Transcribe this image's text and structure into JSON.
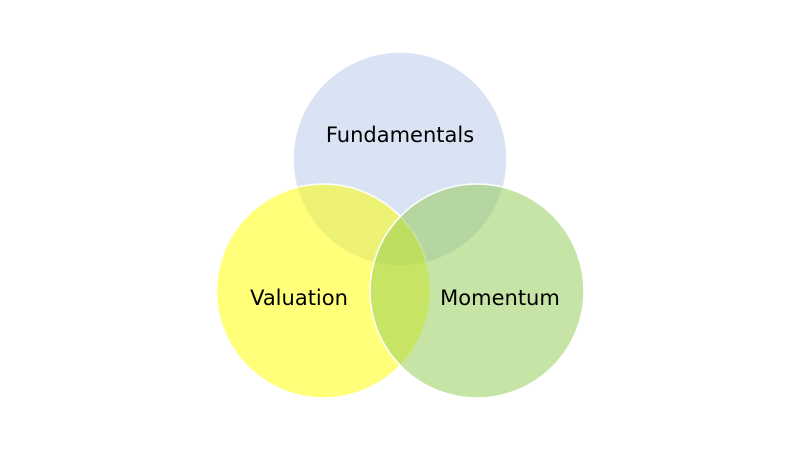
{
  "diagram": {
    "type": "venn",
    "sets": [
      {
        "label": "Fundamentals",
        "color": "#DAE3F3"
      },
      {
        "label": "Valuation",
        "color": "#FFFF00"
      },
      {
        "label": "Momentum",
        "color": "#8FCA4F"
      }
    ]
  }
}
